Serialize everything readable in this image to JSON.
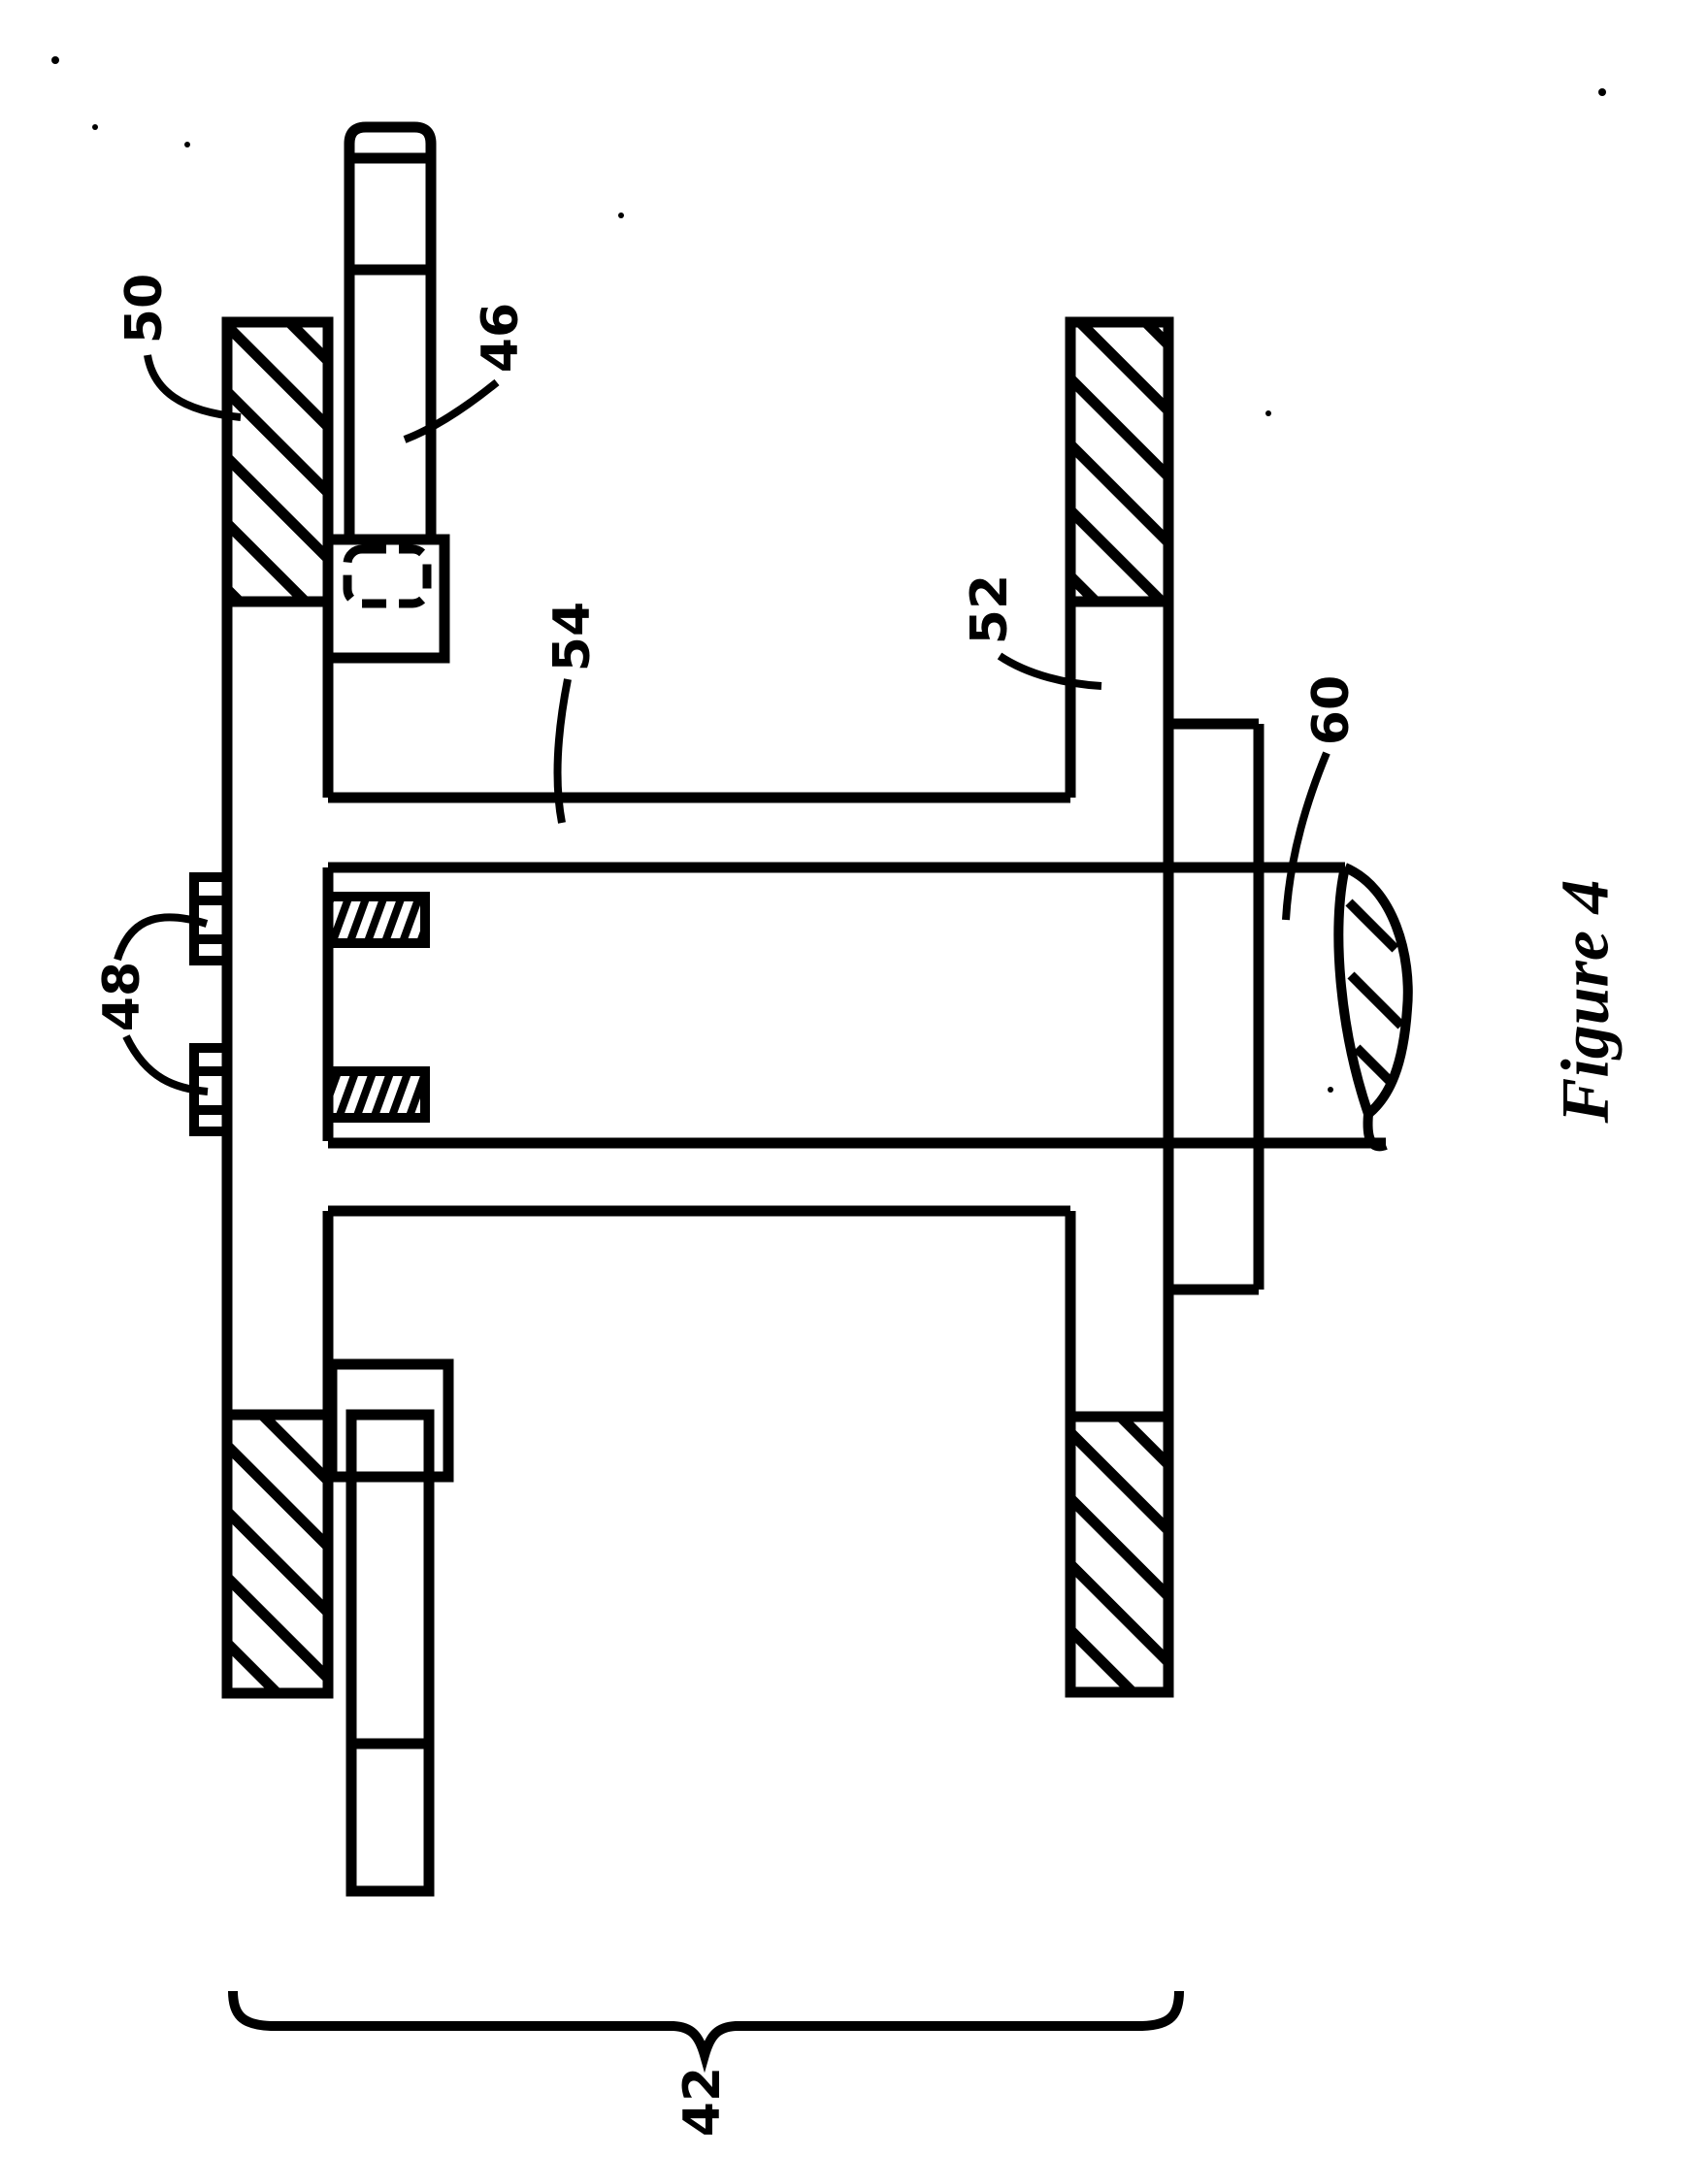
{
  "figure": {
    "caption": "Figure 4",
    "reference_labels": {
      "n42": "42",
      "n46": "46",
      "n48": "48",
      "n50": "50",
      "n52": "52",
      "n54": "54",
      "n60": "60"
    },
    "colors": {
      "ink": "#000000",
      "paper": "#ffffff"
    }
  }
}
